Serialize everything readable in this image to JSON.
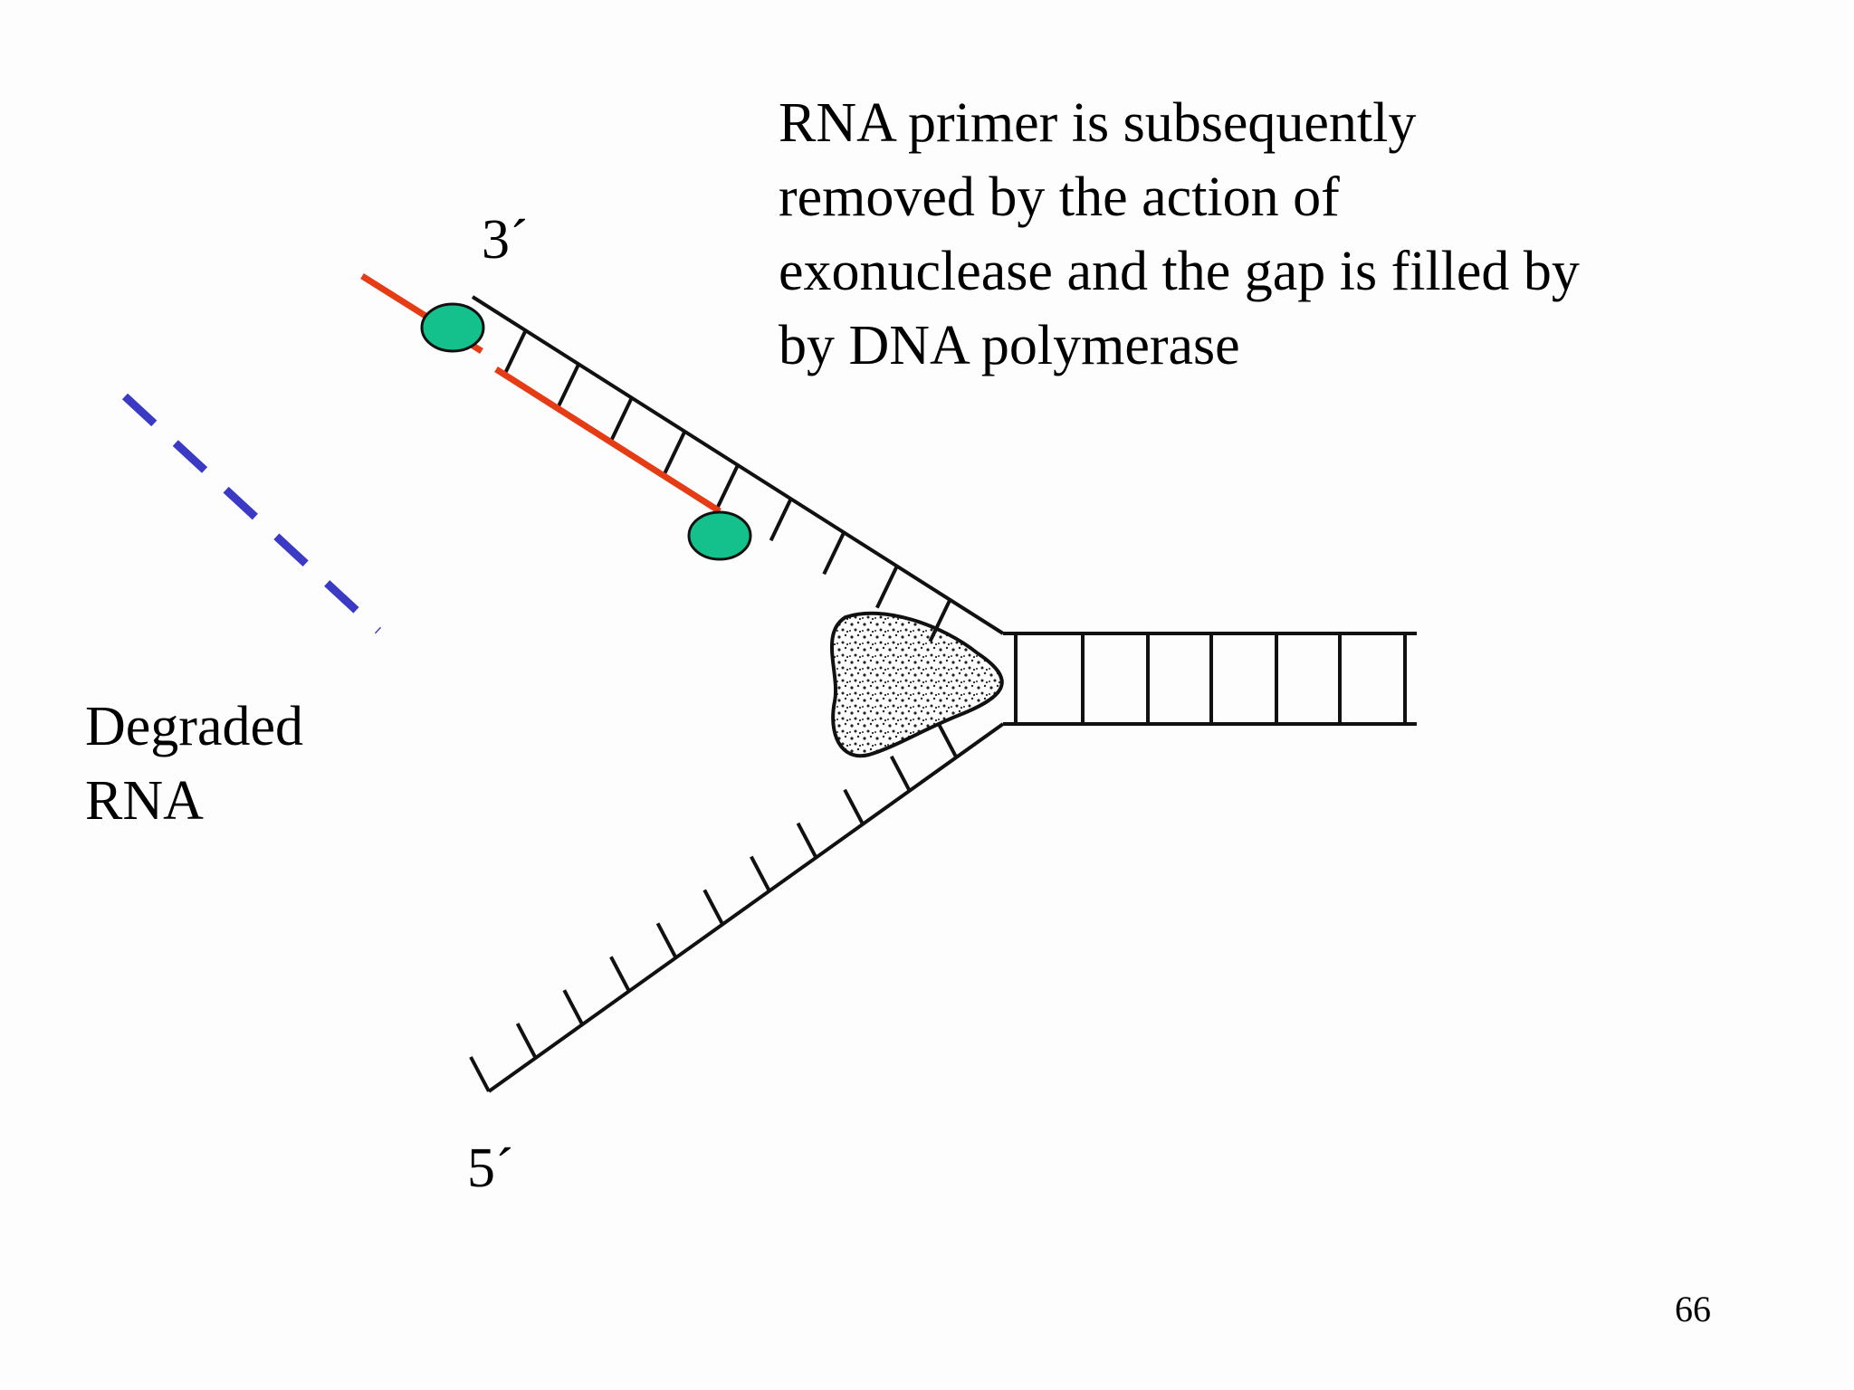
{
  "caption": {
    "lines": [
      "RNA primer is subsequently",
      "removed by the action of",
      "exonuclease and the gap is filled by",
      "by DNA polymerase"
    ]
  },
  "labels": {
    "three_prime": "3´",
    "five_prime": "5´",
    "degraded_rna": [
      "Degraded",
      "RNA"
    ]
  },
  "page_number": "66",
  "colors": {
    "rna_primer": "#e63c16",
    "degraded_rna": "#3a3ac4",
    "exonuclease": "#14c08c",
    "dna_strand": "#111111",
    "background": "#fefdfe"
  }
}
